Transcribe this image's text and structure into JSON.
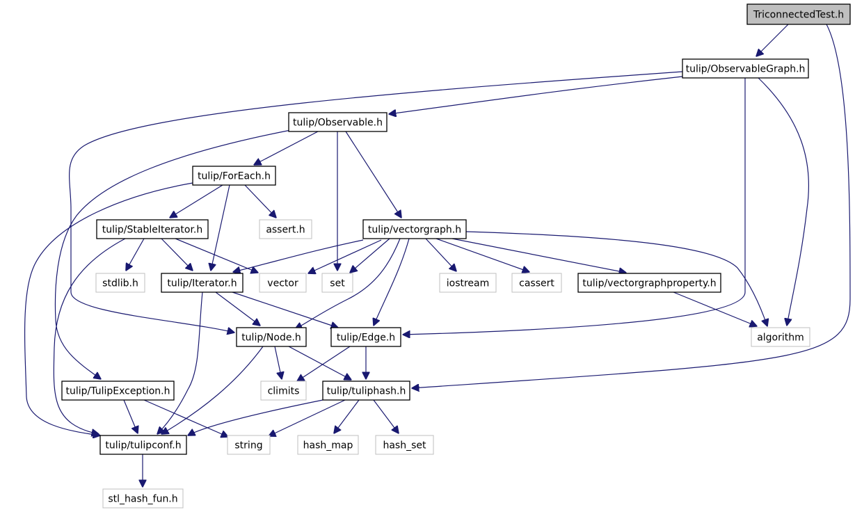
{
  "graph": {
    "nodes": [
      {
        "id": "triconnected",
        "label": "TriconnectedTest.h",
        "kind": "root"
      },
      {
        "id": "observablegraph",
        "label": "tulip/ObservableGraph.h",
        "kind": "internal"
      },
      {
        "id": "observable",
        "label": "tulip/Observable.h",
        "kind": "internal"
      },
      {
        "id": "foreach",
        "label": "tulip/ForEach.h",
        "kind": "internal"
      },
      {
        "id": "stableiterator",
        "label": "tulip/StableIterator.h",
        "kind": "internal"
      },
      {
        "id": "assert",
        "label": "assert.h",
        "kind": "external"
      },
      {
        "id": "vectorgraph",
        "label": "tulip/vectorgraph.h",
        "kind": "internal"
      },
      {
        "id": "stdlib",
        "label": "stdlib.h",
        "kind": "external"
      },
      {
        "id": "iterator",
        "label": "tulip/Iterator.h",
        "kind": "internal"
      },
      {
        "id": "vector",
        "label": "vector",
        "kind": "external"
      },
      {
        "id": "set",
        "label": "set",
        "kind": "external"
      },
      {
        "id": "iostream",
        "label": "iostream",
        "kind": "external"
      },
      {
        "id": "cassert",
        "label": "cassert",
        "kind": "external"
      },
      {
        "id": "vgproperty",
        "label": "tulip/vectorgraphproperty.h",
        "kind": "internal"
      },
      {
        "id": "node",
        "label": "tulip/Node.h",
        "kind": "internal"
      },
      {
        "id": "edge",
        "label": "tulip/Edge.h",
        "kind": "internal"
      },
      {
        "id": "algorithm",
        "label": "algorithm",
        "kind": "external"
      },
      {
        "id": "tulipexception",
        "label": "tulip/TulipException.h",
        "kind": "internal"
      },
      {
        "id": "climits",
        "label": "climits",
        "kind": "external"
      },
      {
        "id": "tuliphash",
        "label": "tulip/tuliphash.h",
        "kind": "internal"
      },
      {
        "id": "tulipconf",
        "label": "tulip/tulipconf.h",
        "kind": "internal"
      },
      {
        "id": "string",
        "label": "string",
        "kind": "external"
      },
      {
        "id": "hashmap",
        "label": "hash_map",
        "kind": "external"
      },
      {
        "id": "hashset",
        "label": "hash_set",
        "kind": "external"
      },
      {
        "id": "stlhashfun",
        "label": "stl_hash_fun.h",
        "kind": "external"
      }
    ],
    "edges": [
      {
        "from": "triconnected",
        "to": "observablegraph"
      },
      {
        "from": "triconnected",
        "to": "tuliphash"
      },
      {
        "from": "observablegraph",
        "to": "observable"
      },
      {
        "from": "observablegraph",
        "to": "node"
      },
      {
        "from": "observablegraph",
        "to": "edge"
      },
      {
        "from": "observablegraph",
        "to": "algorithm"
      },
      {
        "from": "observable",
        "to": "foreach"
      },
      {
        "from": "observable",
        "to": "set"
      },
      {
        "from": "observable",
        "to": "vectorgraph"
      },
      {
        "from": "observable",
        "to": "tulipexception"
      },
      {
        "from": "foreach",
        "to": "stableiterator"
      },
      {
        "from": "foreach",
        "to": "assert"
      },
      {
        "from": "foreach",
        "to": "iterator"
      },
      {
        "from": "foreach",
        "to": "tulipconf"
      },
      {
        "from": "stableiterator",
        "to": "stdlib"
      },
      {
        "from": "stableiterator",
        "to": "iterator"
      },
      {
        "from": "stableiterator",
        "to": "vector"
      },
      {
        "from": "stableiterator",
        "to": "tulipconf"
      },
      {
        "from": "vectorgraph",
        "to": "iterator"
      },
      {
        "from": "vectorgraph",
        "to": "vector"
      },
      {
        "from": "vectorgraph",
        "to": "set"
      },
      {
        "from": "vectorgraph",
        "to": "iostream"
      },
      {
        "from": "vectorgraph",
        "to": "cassert"
      },
      {
        "from": "vectorgraph",
        "to": "vgproperty"
      },
      {
        "from": "vectorgraph",
        "to": "algorithm"
      },
      {
        "from": "vectorgraph",
        "to": "node"
      },
      {
        "from": "vectorgraph",
        "to": "edge"
      },
      {
        "from": "vgproperty",
        "to": "algorithm"
      },
      {
        "from": "iterator",
        "to": "node"
      },
      {
        "from": "iterator",
        "to": "edge"
      },
      {
        "from": "iterator",
        "to": "tulipconf"
      },
      {
        "from": "node",
        "to": "climits"
      },
      {
        "from": "node",
        "to": "tuliphash"
      },
      {
        "from": "node",
        "to": "tulipconf"
      },
      {
        "from": "edge",
        "to": "climits"
      },
      {
        "from": "edge",
        "to": "tuliphash"
      },
      {
        "from": "tulipexception",
        "to": "tulipconf"
      },
      {
        "from": "tulipexception",
        "to": "string"
      },
      {
        "from": "tuliphash",
        "to": "tulipconf"
      },
      {
        "from": "tuliphash",
        "to": "string"
      },
      {
        "from": "tuliphash",
        "to": "hashmap"
      },
      {
        "from": "tuliphash",
        "to": "hashset"
      },
      {
        "from": "tulipconf",
        "to": "stlhashfun"
      }
    ]
  },
  "colors": {
    "edge": "#191970",
    "root_fill": "#bfbfbf",
    "internal_border": "#000000",
    "external_border": "#bfbfbf"
  }
}
